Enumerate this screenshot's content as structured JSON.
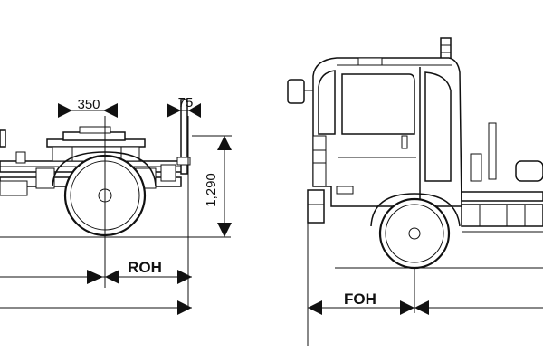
{
  "dimensions": {
    "fifth_wheel_offset": "350",
    "rear_gap": "75",
    "fifth_wheel_height": "1,290",
    "rear_overhang": "ROH",
    "front_overhang": "FOH"
  }
}
